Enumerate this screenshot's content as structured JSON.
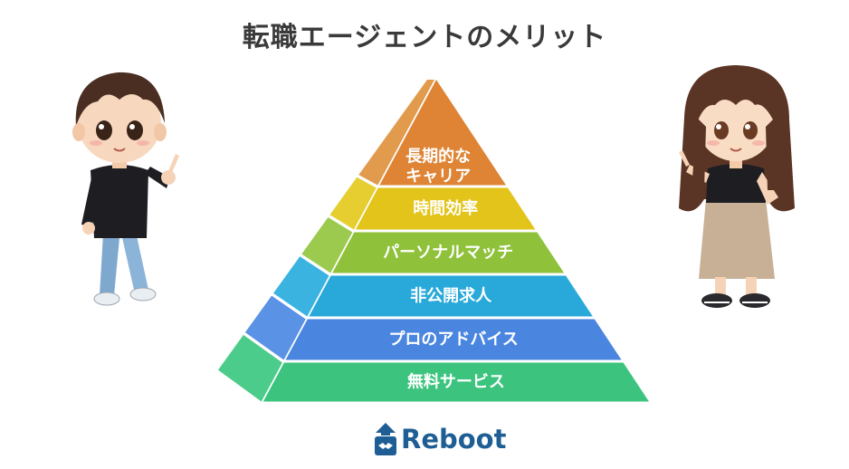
{
  "title": "転職エージェントのメリット",
  "tiers": [
    {
      "label_lines": [
        "長期的な",
        "キャリア"
      ],
      "color": "#de8434",
      "side_color": "#e29a4c"
    },
    {
      "label_lines": [
        "時間効率"
      ],
      "color": "#e2c41a",
      "side_color": "#e6ce30"
    },
    {
      "label_lines": [
        "パーソナルマッチ"
      ],
      "color": "#8fc13b",
      "side_color": "#9cca4e"
    },
    {
      "label_lines": [
        "非公開求人"
      ],
      "color": "#29a9d9",
      "side_color": "#3ab3e1"
    },
    {
      "label_lines": [
        "プロのアドバイス"
      ],
      "color": "#4a86e0",
      "side_color": "#5a92e6"
    },
    {
      "label_lines": [
        "無料サービス"
      ],
      "color": "#3cc47e",
      "side_color": "#4ccc8b"
    }
  ],
  "logo": {
    "text": "Reboot",
    "color": "#1e5e94"
  },
  "characters": {
    "left": {
      "icon": "boy-character-pointing"
    },
    "right": {
      "icon": "girl-character-pointing"
    }
  }
}
